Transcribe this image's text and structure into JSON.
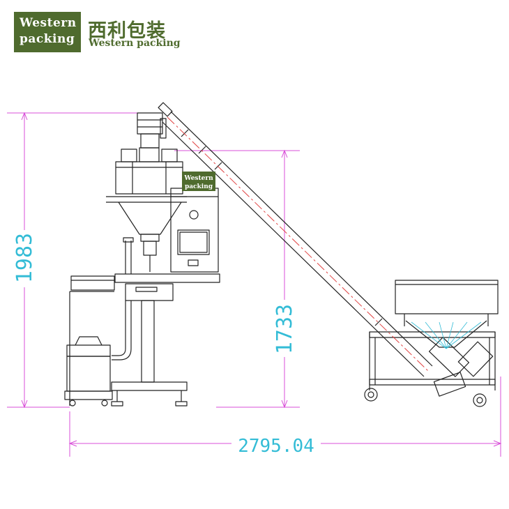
{
  "logo": {
    "badge_line1": "Western",
    "badge_line2": "packing",
    "chinese_name": "西利包装",
    "english_name": "Western packing"
  },
  "machine_badge": {
    "line1": "Western",
    "line2": "packing"
  },
  "dimensions": {
    "total_height": "1983",
    "discharge_height": "1733",
    "total_length": "2795.04"
  },
  "colors": {
    "brand_green": "#4f6b2e",
    "dimension_line": "#d84fd8",
    "dimension_text": "#33bcd6",
    "drawing_line": "#222222",
    "centerline": "#e04040"
  }
}
